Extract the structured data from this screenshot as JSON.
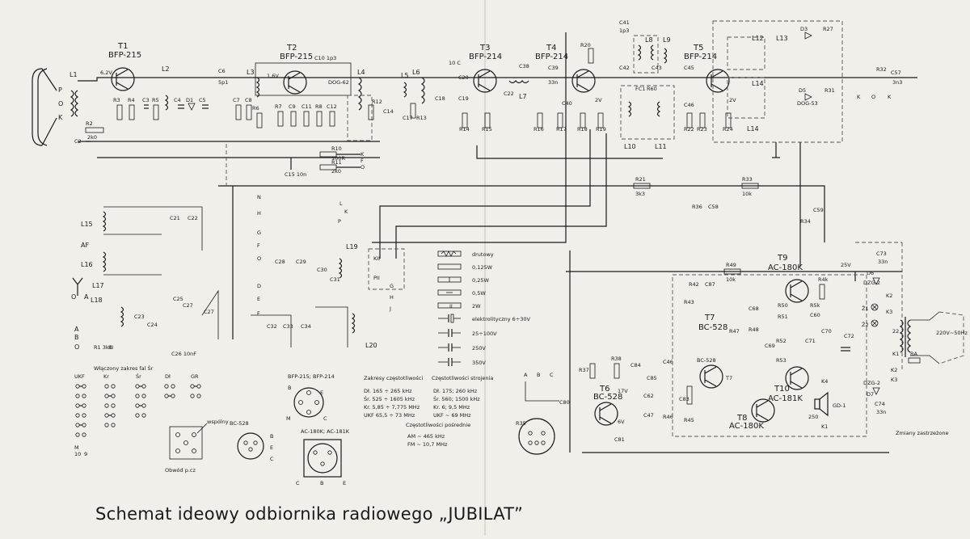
{
  "title": "Schemat ideowy odbiornika radiowego „JUBILAT”",
  "transistors": [
    {
      "ref": "T1",
      "type": "BFP-215"
    },
    {
      "ref": "T2",
      "type": "BFP-215"
    },
    {
      "ref": "T3",
      "type": "BFP-214"
    },
    {
      "ref": "T4",
      "type": "BFP-214"
    },
    {
      "ref": "T5",
      "type": "BFP-214"
    },
    {
      "ref": "T6",
      "type": "BC-528"
    },
    {
      "ref": "T7",
      "type": "BC-528"
    },
    {
      "ref": "T8",
      "type": "AC-180K"
    },
    {
      "ref": "T9",
      "type": "AC-180K"
    },
    {
      "ref": "T10",
      "type": "AC-181K"
    }
  ],
  "band_labels": [
    "AF",
    "UKF",
    "Kr",
    "Śr",
    "Dł",
    "GR"
  ],
  "switch_note": "Włączony zakres fal Śr",
  "legend": {
    "items": [
      "drutowy",
      "0,125W",
      "0,25W",
      "0,5W",
      "2W",
      "elektrolityczny 6÷30V",
      "25÷100V",
      "250V",
      "350V"
    ]
  },
  "frequency_ranges": {
    "title": "Zakresy częstotliwości",
    "rows": [
      "Dł. 165 ÷ 265 kHz",
      "Śr. 525 ÷ 1605 kHz",
      "Kr. 5,85 ÷ 7,775 MHz",
      "UKF 65,5 ÷ 73 MHz"
    ]
  },
  "tuning_frequencies": {
    "title": "Częstotliwości strojenia",
    "rows": [
      "Dł. 175; 260 kHz",
      "Śr. 560; 1500 kHz",
      "Kr. 6; 9,5 MHz",
      "UKF ~ 69 MHz"
    ]
  },
  "intermediate_frequencies": {
    "title": "Częstotliwości pośrednie",
    "rows": [
      "AM ~ 465 kHz",
      "FM ~ 10,7 MHz"
    ]
  },
  "pinouts": {
    "bfp": "BFP-215; BFP-214",
    "bc": "BC-528",
    "ac": "AC-180K; AC-181K",
    "board": "Obwód p.cz",
    "board_note": "wspólny"
  },
  "power": {
    "mains": "220V~50Hz",
    "note": "Zmiany zastrzeżone",
    "fuse": "BA"
  },
  "speaker": "GD-1"
}
